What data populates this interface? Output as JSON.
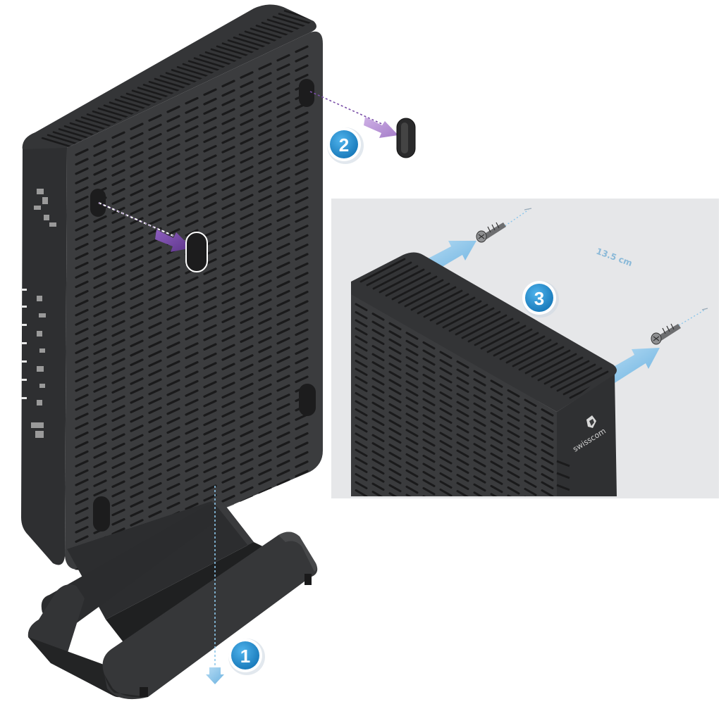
{
  "steps": {
    "step1": "1",
    "step2": "2",
    "step3": "3"
  },
  "inset": {
    "dimension_label": "13.5 cm",
    "brand_text": "swisscom"
  },
  "icons": {
    "brand_logo": "swisscom-logo-icon",
    "screw": "screw-icon",
    "arrow": "arrow-icon"
  },
  "colors": {
    "device_body": "#3a3b3d",
    "device_side": "#2f3032",
    "vent_slot": "#1a1a1b",
    "step_badge": "#1e8fd3",
    "arrow_purple": "#7a4fa8",
    "arrow_blue": "#8cc6ea",
    "inset_background": "#e6e7e9"
  }
}
